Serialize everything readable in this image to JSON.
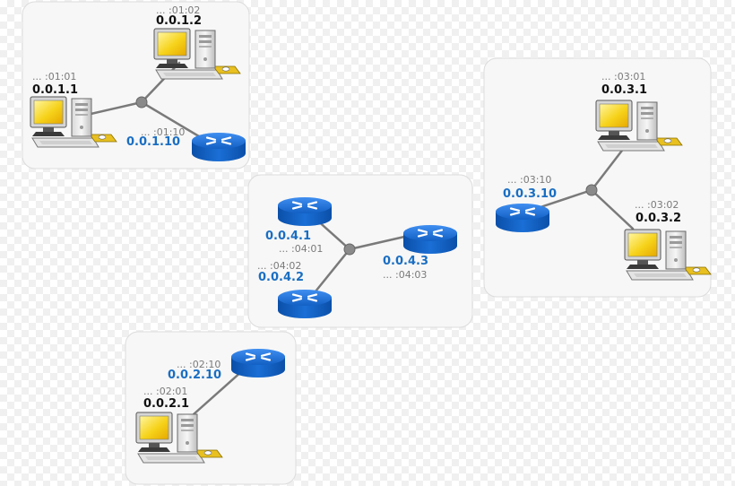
{
  "colors": {
    "host_address": "#111111",
    "router_address": "#1a6ec2",
    "suffix": "#7a7a7a",
    "link": "#7a7a7a",
    "router_body": "#1360c4",
    "network_panel": "#f7f7f7"
  },
  "networks": {
    "net1": {
      "hosts": {
        "host_0_0_1_1": {
          "suffix": "... :01:01",
          "address": "0.0.1.1"
        },
        "host_0_0_1_2": {
          "suffix": "... :01:02",
          "address": "0.0.1.2"
        }
      },
      "router_port": {
        "suffix": "... :01:10",
        "address": "0.0.1.10"
      }
    },
    "net2": {
      "hosts": {
        "host_0_0_2_1": {
          "suffix": "... :02:01",
          "address": "0.0.2.1"
        }
      },
      "router_port": {
        "suffix": "... :02:10",
        "address": "0.0.2.10"
      }
    },
    "net3": {
      "hosts": {
        "host_0_0_3_1": {
          "suffix": "... :03:01",
          "address": "0.0.3.1"
        },
        "host_0_0_3_2": {
          "suffix": "... :03:02",
          "address": "0.0.3.2"
        }
      },
      "router_port": {
        "suffix": "... :03:10",
        "address": "0.0.3.10"
      }
    },
    "net4": {
      "router_ports": {
        "port_0_0_4_1": {
          "suffix": "... :04:01",
          "address": "0.0.4.1"
        },
        "port_0_0_4_2": {
          "suffix": "... :04:02",
          "address": "0.0.4.2"
        },
        "port_0_0_4_3": {
          "suffix": "... :04:03",
          "address": "0.0.4.3"
        }
      }
    }
  }
}
